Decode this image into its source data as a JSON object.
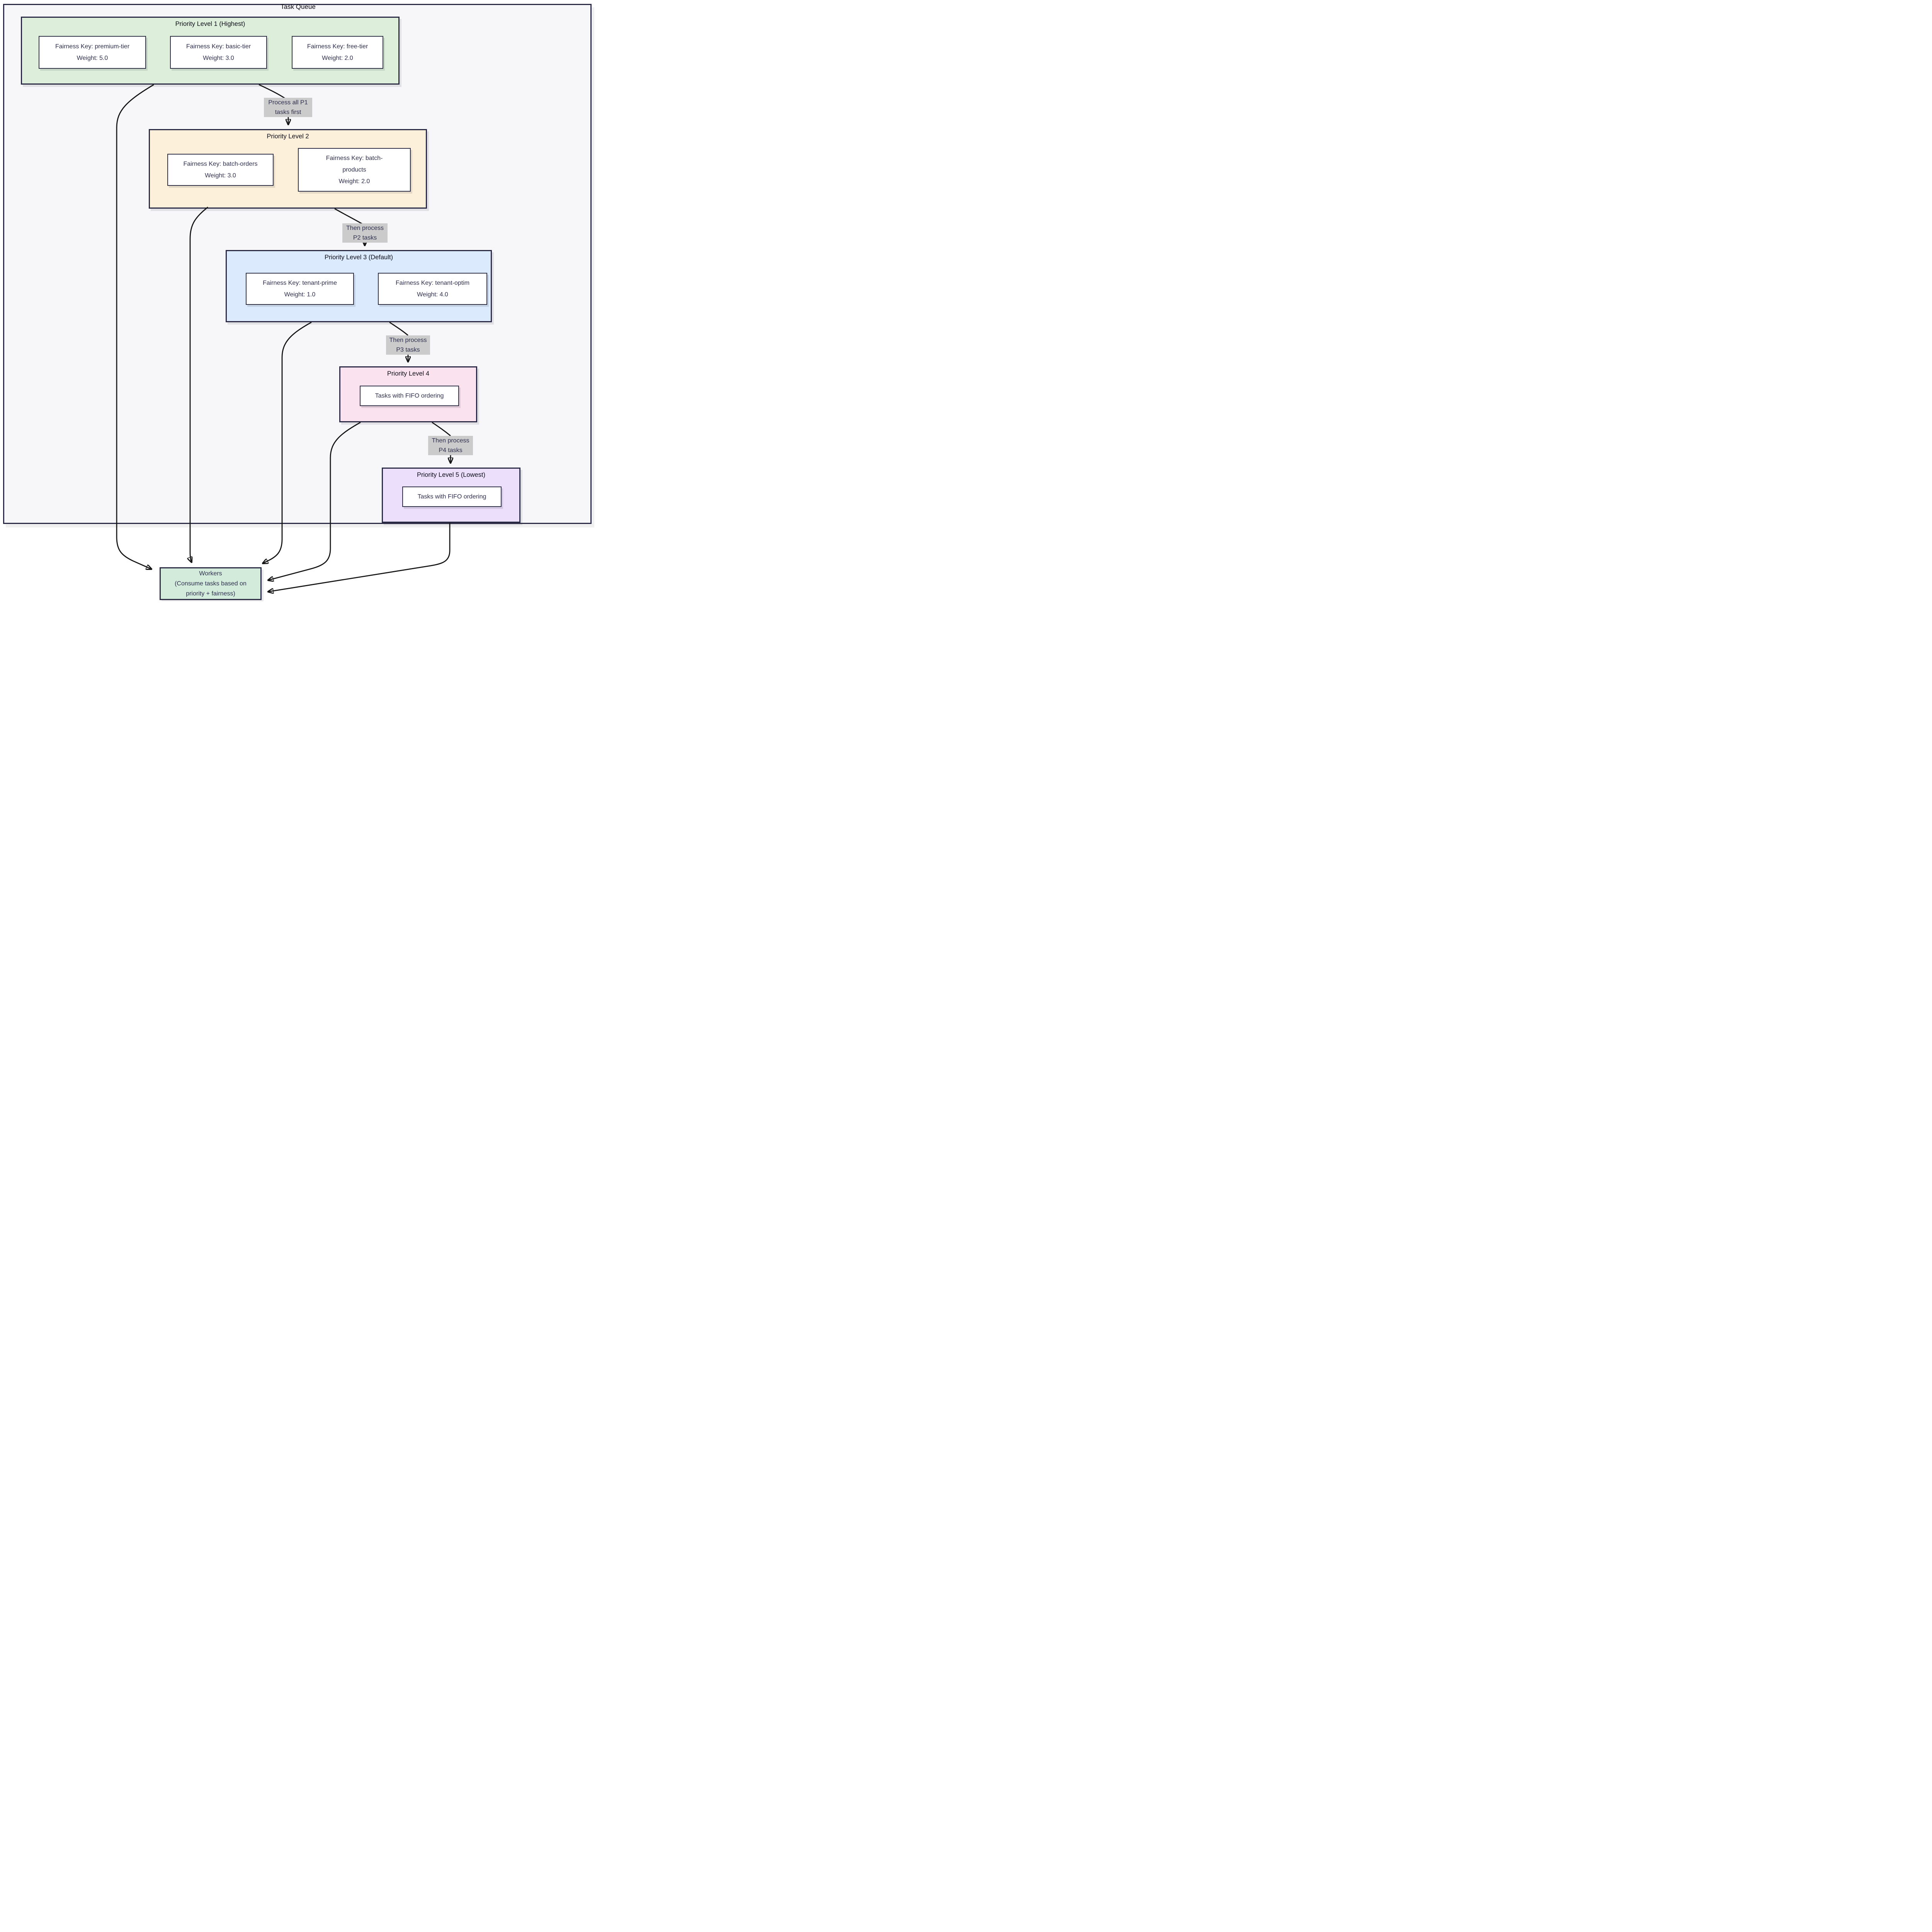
{
  "diagram": {
    "type": "flowchart",
    "title": "Task Queue",
    "colors": {
      "page_bg": "#ffffff",
      "container_bg": "#f7f7f9",
      "border": "#2b2b45",
      "edge_line": "#141414",
      "edge_label_bg": "#cbcbcb",
      "node_bg": "#ffffff",
      "text": "#2e2e4e",
      "level1_bg": "#ddefdb",
      "level2_bg": "#fdf0da",
      "level3_bg": "#dbeafc",
      "level4_bg": "#fbe2ef",
      "level5_bg": "#ebdffb",
      "workers_bg": "#d3ebdb"
    },
    "clusters": [
      {
        "title": "Priority Level 1 (Highest)",
        "nodes": [
          {
            "line1": "Fairness Key: premium-tier",
            "line2": "Weight: 5.0"
          },
          {
            "line1": "Fairness Key: basic-tier",
            "line2": "Weight: 3.0"
          },
          {
            "line1": "Fairness Key: free-tier",
            "line2": "Weight: 2.0"
          }
        ]
      },
      {
        "title": "Priority Level 2",
        "nodes": [
          {
            "line1": "Fairness Key: batch-orders",
            "line2": "Weight: 3.0"
          },
          {
            "line1": "Fairness Key: batch-",
            "line2": "products",
            "line3": "Weight: 2.0"
          }
        ]
      },
      {
        "title": "Priority Level 3 (Default)",
        "nodes": [
          {
            "line1": "Fairness Key: tenant-prime",
            "line2": "Weight: 1.0"
          },
          {
            "line1": "Fairness Key: tenant-optim",
            "line2": "Weight: 4.0"
          }
        ]
      },
      {
        "title": "Priority Level 4",
        "nodes": [
          {
            "line1": "Tasks with FIFO ordering"
          }
        ]
      },
      {
        "title": "Priority Level 5 (Lowest)",
        "nodes": [
          {
            "line1": "Tasks with FIFO ordering"
          }
        ]
      }
    ],
    "edge_labels": [
      {
        "line1": "Process all P1",
        "line2": "tasks first"
      },
      {
        "line1": "Then process",
        "line2": "P2 tasks"
      },
      {
        "line1": "Then process",
        "line2": "P3 tasks"
      },
      {
        "line1": "Then process",
        "line2": "P4 tasks"
      }
    ],
    "workers": {
      "line1": "Workers",
      "line2": "(Consume tasks based on",
      "line3": "priority + fairness)"
    }
  }
}
